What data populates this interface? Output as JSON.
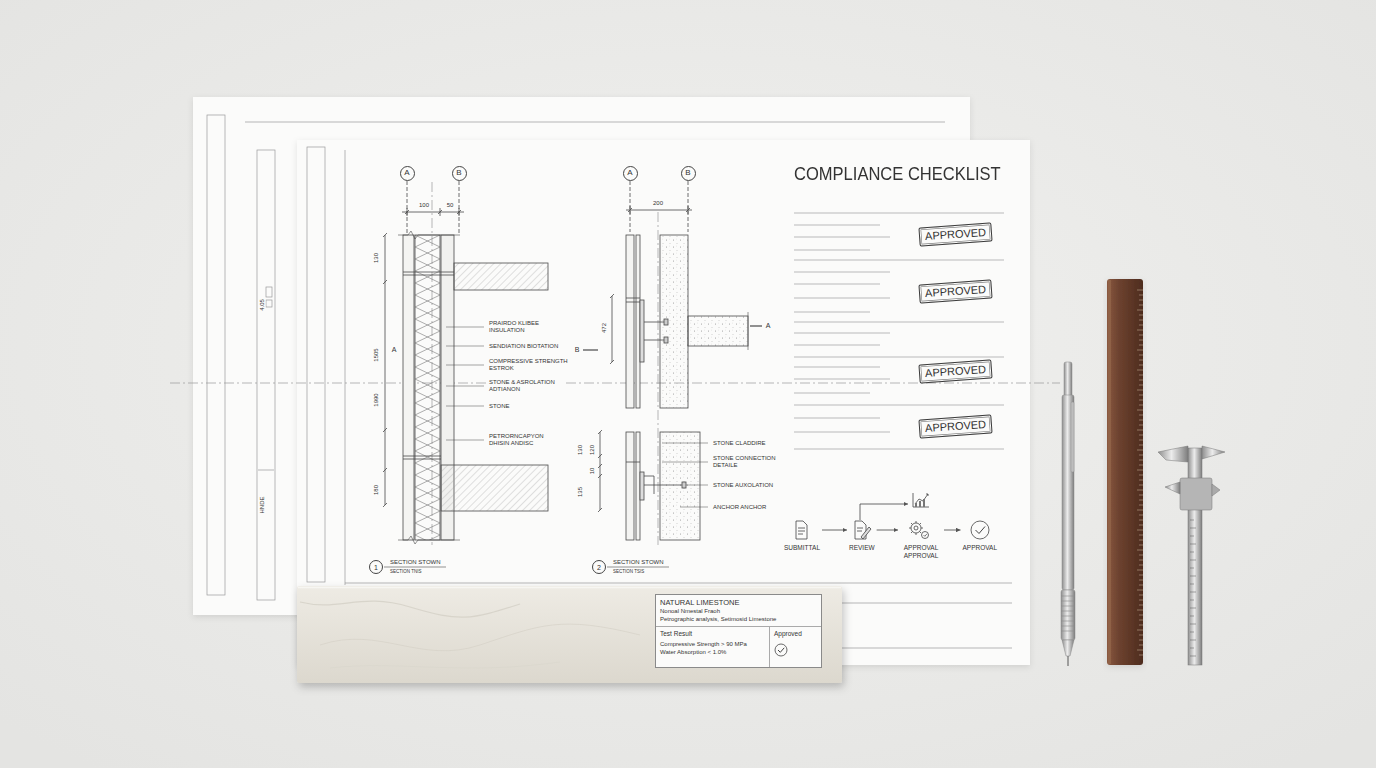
{
  "diagram": {
    "title": "COMPLIANCE CHECKLIST",
    "nodes": [
      {
        "text": [
          "A"
        ]
      },
      {
        "text": [
          "B"
        ]
      },
      {
        "text": [
          "A"
        ]
      },
      {
        "text": [
          "B"
        ]
      },
      {
        "text": [
          "APPROVED"
        ]
      },
      {
        "text": [
          "APPROVED"
        ]
      },
      {
        "text": [
          "APPROVED"
        ]
      },
      {
        "text": [
          "APPROVED"
        ]
      },
      {
        "text": [
          "SUBMITTAL"
        ]
      },
      {
        "text": [
          "REVIEW"
        ]
      },
      {
        "text": [
          "APPROVAL APPROVAL"
        ]
      },
      {
        "text": [
          "APPROVAL"
        ]
      },
      {
        "text": [
          "1"
        ]
      },
      {
        "text": [
          "2"
        ]
      },
      {
        "text": [
          "NATURAL LIMESTONE",
          "Nonoal Nmestal Fraoh",
          "Petrographic analysis, Setimosid Limestone",
          "Test Result",
          "Compressive Strength > 90 MPa",
          "Water Absorption < 1.0%",
          "Approved"
        ]
      }
    ],
    "edges": [
      {
        "from": 8,
        "to": 9,
        "arrow": "to"
      },
      {
        "from": 9,
        "to": 10,
        "arrow": "to"
      },
      {
        "from": 10,
        "to": 11,
        "arrow": "to"
      }
    ],
    "labels": [
      "100",
      "50",
      "130",
      "1505",
      "1990",
      "180",
      "A",
      "PRAIRDO KLIBEE INSULATION",
      "SENDIATION BIOTATION",
      "COMPRESSIVE STRENGTH ESTROK",
      "STONE & ASROLATION ADTIANON",
      "STONE",
      "PETRORNCAPYON DHISIN ANDISC",
      "SECTION STOWN",
      "SECTION TNIS",
      "200",
      "472",
      "B",
      "A",
      "130",
      "120",
      "10",
      "135",
      "STONE CLADDIRE",
      "STONE CONNECTION DETAILE",
      "STONE AUXOLATION",
      "ANCHOR ANCHOR",
      "SECTION STOWN",
      "SECTION TSIS",
      "4.05",
      "HNDE"
    ]
  }
}
